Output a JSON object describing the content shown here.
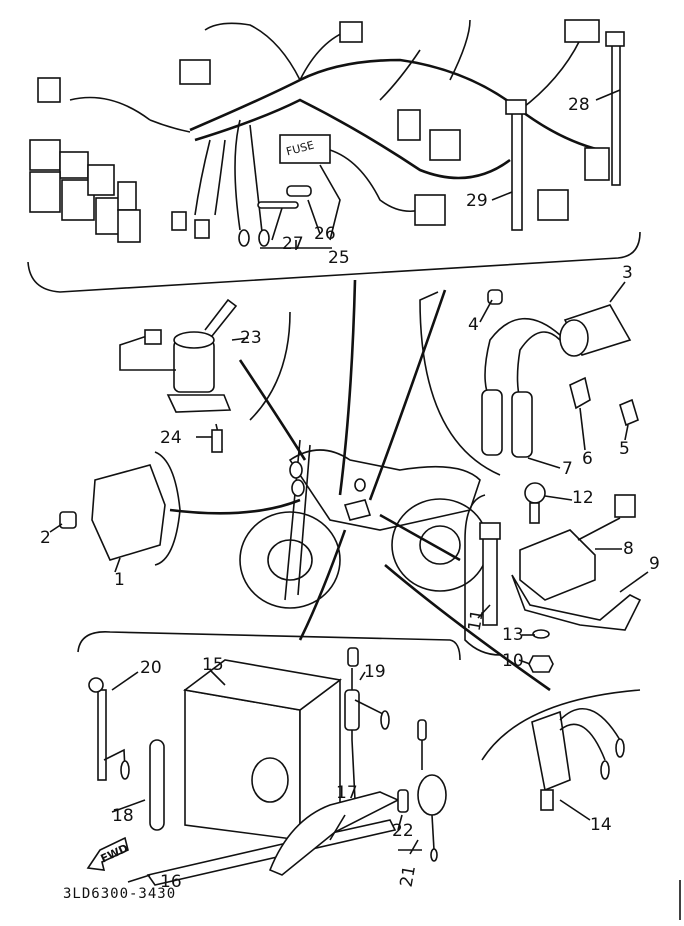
{
  "diagram": {
    "title": "Electrical parts exploded view",
    "code": "3LD6300-3430",
    "fwd_label": "FWD",
    "fuse_label": "FUSE",
    "callouts": [
      {
        "id": "1",
        "label": "1"
      },
      {
        "id": "2",
        "label": "2"
      },
      {
        "id": "3",
        "label": "3"
      },
      {
        "id": "4",
        "label": "4"
      },
      {
        "id": "5",
        "label": "5"
      },
      {
        "id": "6",
        "label": "6"
      },
      {
        "id": "7",
        "label": "7"
      },
      {
        "id": "8",
        "label": "8"
      },
      {
        "id": "9",
        "label": "9"
      },
      {
        "id": "10",
        "label": "10"
      },
      {
        "id": "11",
        "label": "11"
      },
      {
        "id": "12",
        "label": "12"
      },
      {
        "id": "13",
        "label": "13"
      },
      {
        "id": "14",
        "label": "14"
      },
      {
        "id": "15",
        "label": "15"
      },
      {
        "id": "16",
        "label": "16"
      },
      {
        "id": "17",
        "label": "17"
      },
      {
        "id": "18",
        "label": "18"
      },
      {
        "id": "19",
        "label": "19"
      },
      {
        "id": "20",
        "label": "20"
      },
      {
        "id": "21",
        "label": "21"
      },
      {
        "id": "22",
        "label": "22"
      },
      {
        "id": "23",
        "label": "23"
      },
      {
        "id": "24",
        "label": "24"
      },
      {
        "id": "25",
        "label": "25"
      },
      {
        "id": "26",
        "label": "26"
      },
      {
        "id": "27",
        "label": "27"
      },
      {
        "id": "28",
        "label": "28"
      },
      {
        "id": "29",
        "label": "29"
      }
    ]
  }
}
